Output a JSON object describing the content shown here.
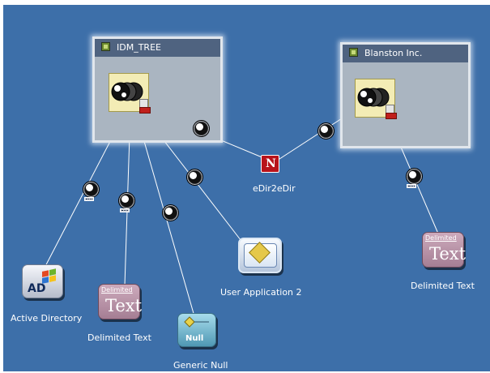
{
  "window": {
    "title": "Identity Manager Overview"
  },
  "colors": {
    "background": "#3d6fa9",
    "tree_title_bar": "#4f6380",
    "tree_body": "#aab5c1",
    "wire": "#ffffff",
    "edir_icon": "#b8131b"
  },
  "trees": [
    {
      "id": "idm-tree",
      "name": "IDM_TREE",
      "icon": "edirectory-tree-icon"
    },
    {
      "id": "blanston",
      "name": "Blanston Inc.",
      "icon": "edirectory-tree-icon"
    }
  ],
  "connection": {
    "label": "eDir2eDir",
    "icon": "novell-edir-driver-icon"
  },
  "applications": [
    {
      "id": "active-directory",
      "label": "Active Directory",
      "icon_text": "AD"
    },
    {
      "id": "delimited-text-1",
      "label": "Delimited Text",
      "icon_small_text": "Delimited",
      "icon_text": "Text"
    },
    {
      "id": "generic-null",
      "label": "Generic Null",
      "icon_text": "Null"
    },
    {
      "id": "user-app",
      "label": "User Application 2"
    },
    {
      "id": "delimited-text-2",
      "label": "Delimited Text",
      "icon_small_text": "Delimited",
      "icon_text": "Text"
    }
  ]
}
